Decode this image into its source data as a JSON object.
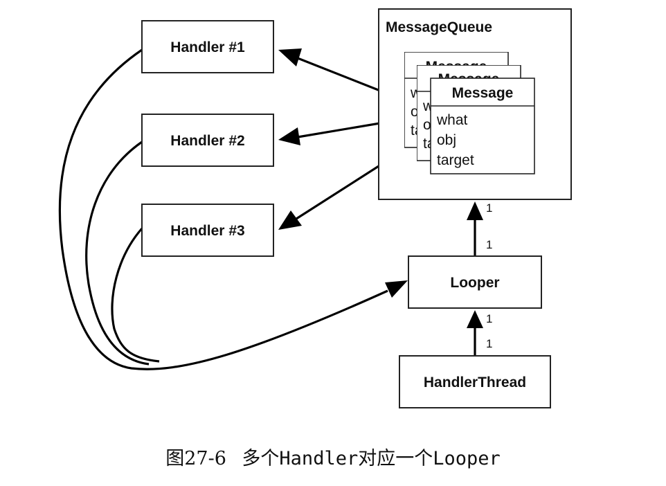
{
  "diagram": {
    "handler_1": "Handler #1",
    "handler_2": "Handler #2",
    "handler_3": "Handler #3",
    "message_queue": "MessageQueue",
    "message_title": "Message",
    "message_fields": [
      "what",
      "obj",
      "target"
    ],
    "looper": "Looper",
    "handler_thread": "HandlerThread",
    "multiplicity": {
      "queue_looper_top": "1",
      "queue_looper_bottom": "1",
      "looper_thread_top": "1",
      "looper_thread_bottom": "1"
    }
  },
  "caption": {
    "label": "图27-6",
    "text": "多个Handler对应一个Looper"
  }
}
